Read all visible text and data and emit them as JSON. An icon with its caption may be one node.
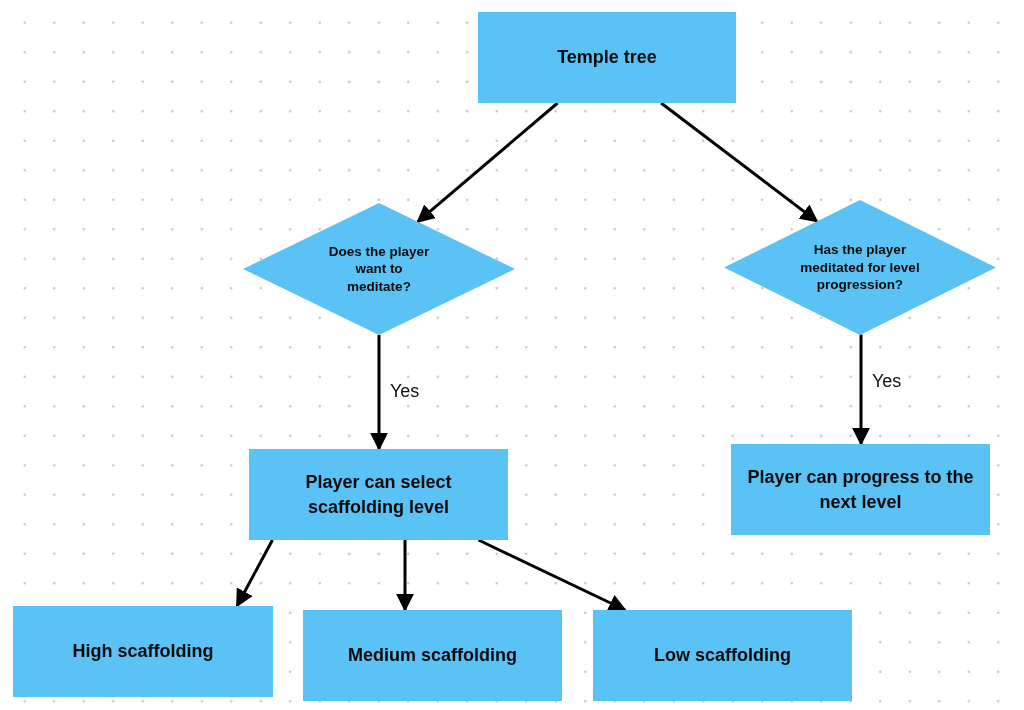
{
  "diagram": {
    "nodes": [
      {
        "text": [
          "Temple tree"
        ]
      },
      {
        "text": [
          "Does the player want to meditate?"
        ]
      },
      {
        "text": [
          "Has the player meditated for level progression?"
        ]
      },
      {
        "text": [
          "Player can select scaffolding level"
        ]
      },
      {
        "text": [
          "Player can progress to the next level"
        ]
      },
      {
        "text": [
          "High scaffolding"
        ]
      },
      {
        "text": [
          "Medium scaffolding"
        ]
      },
      {
        "text": [
          "Low scaffolding"
        ]
      }
    ],
    "edges": [
      {
        "from": 0,
        "to": 1,
        "arrow": "to"
      },
      {
        "from": 0,
        "to": 2,
        "arrow": "to"
      },
      {
        "from": 1,
        "to": 3,
        "arrow": "to",
        "label": "Yes"
      },
      {
        "from": 2,
        "to": 4,
        "arrow": "to",
        "label": "Yes"
      },
      {
        "from": 3,
        "to": 5,
        "arrow": "to"
      },
      {
        "from": 3,
        "to": 6,
        "arrow": "to"
      },
      {
        "from": 3,
        "to": 7,
        "arrow": "to"
      }
    ]
  }
}
